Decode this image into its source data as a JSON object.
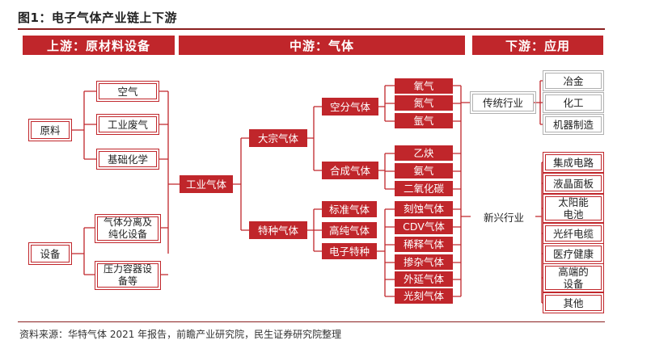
{
  "title": "图1：电子气体产业链上下游",
  "headers": {
    "upstream": "上游：原材料设备",
    "midstream": "中游：气体",
    "downstream": "下游：应用"
  },
  "upstream": {
    "raw": "原料",
    "raw_items": [
      "空气",
      "工业废气",
      "基础化学"
    ],
    "equipment": "设备",
    "equipment_items": [
      "气体分离及纯化设备",
      "压力容器设备等"
    ]
  },
  "midstream": {
    "root": "工业气体",
    "bulk": "大宗气体",
    "air_sep": "空分气体",
    "air_sep_items": [
      "氧气",
      "氮气",
      "氩气"
    ],
    "synth": "合成气体",
    "synth_items": [
      "乙炔",
      "氨气",
      "二氧化碳"
    ],
    "special": "特种气体",
    "special_items": [
      "标准气体",
      "高纯气体",
      "电子特种"
    ],
    "electronic_items": [
      "刻蚀气体",
      "CDV气体",
      "稀释气体",
      "掺杂气体",
      "外延气体",
      "光刻气体"
    ]
  },
  "downstream": {
    "traditional": "传统行业",
    "traditional_items": [
      "冶金",
      "化工",
      "机器制造"
    ],
    "emerging": "新兴行业",
    "emerging_items": [
      "集成电路",
      "液晶面板",
      "太阳能电池",
      "光纤电缆",
      "医疗健康",
      "高端的设备",
      "其他"
    ]
  },
  "source": "资料来源：华特气体 2021 年报告，前瞻产业研究院，民生证券研究院整理",
  "colors": {
    "accent": "#c0262b",
    "line": "#c0262b",
    "rule": "#8a1f1f"
  }
}
